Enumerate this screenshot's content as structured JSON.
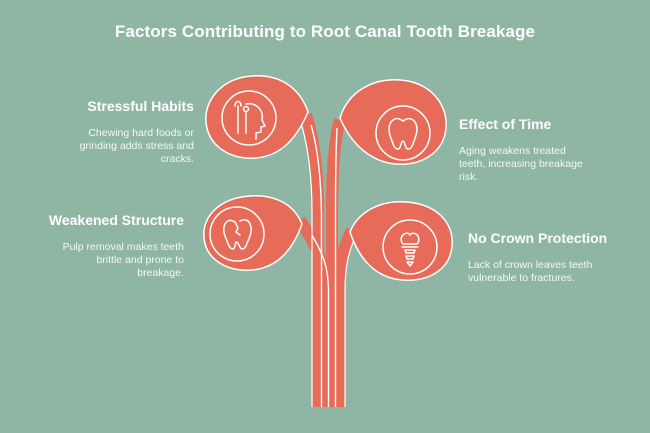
{
  "title": "Factors Contributing to Root Canal Tooth Breakage",
  "factors": [
    {
      "heading": "Stressful Habits",
      "description_lines": [
        "Chewing hard foods or",
        "grinding adds stress and",
        "cracks."
      ],
      "icon": "head-dental-tools-icon"
    },
    {
      "heading": "Weakened Structure",
      "description_lines": [
        "Pulp removal makes teeth",
        "brittle and prone to",
        "breakage."
      ],
      "icon": "broken-tooth-icon"
    },
    {
      "heading": "Effect of Time",
      "description_lines": [
        "Aging weakens treated",
        "teeth, increasing breakage",
        "risk."
      ],
      "icon": "tooth-icon"
    },
    {
      "heading": "No Crown Protection",
      "description_lines": [
        "Lack of crown leaves teeth",
        "vulnerable to fractures."
      ],
      "icon": "dental-implant-icon"
    }
  ],
  "colors": {
    "background": "#8fb5a5",
    "accent": "#e66b59",
    "outline": "#ffffff"
  }
}
